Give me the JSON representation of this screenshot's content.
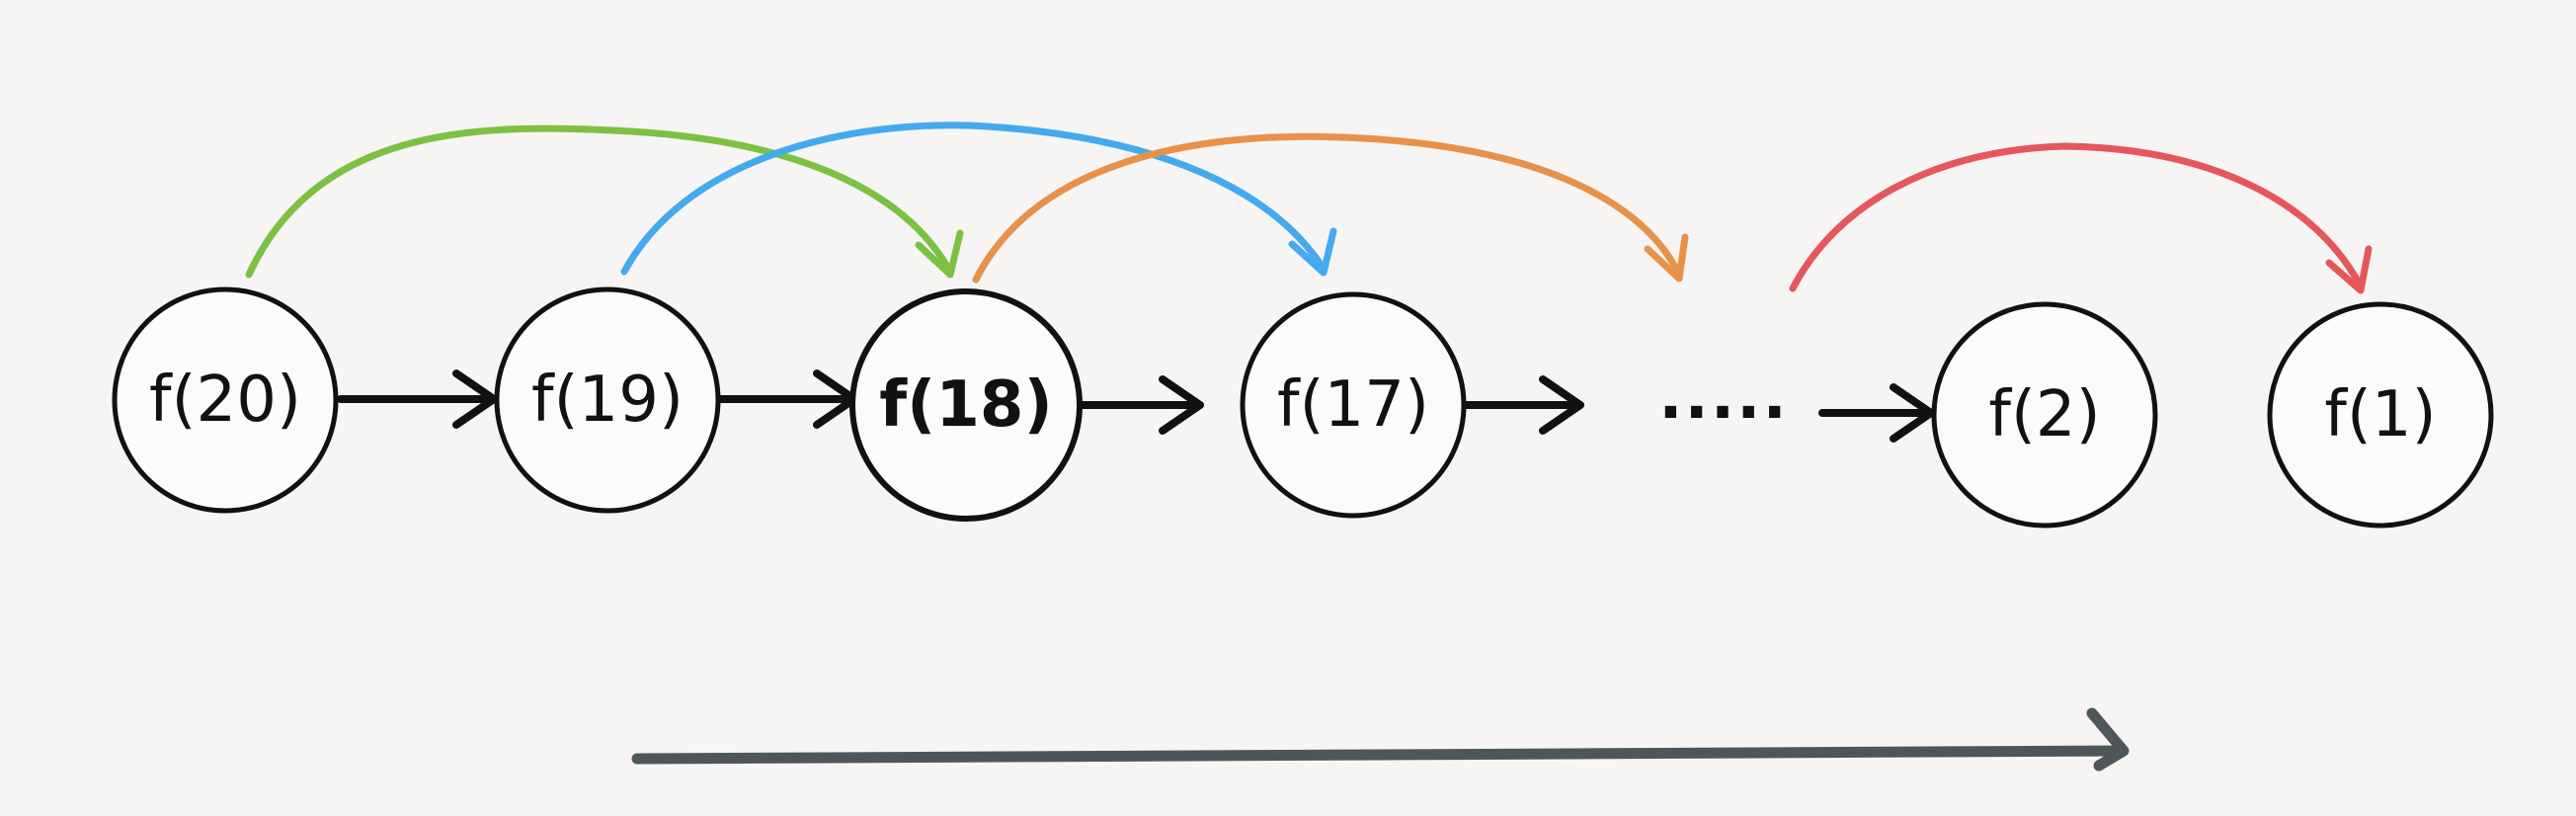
{
  "nodes": [
    {
      "id": "n20",
      "label": "f(20)"
    },
    {
      "id": "n19",
      "label": "f(19)"
    },
    {
      "id": "n18",
      "label": "f(18)"
    },
    {
      "id": "n17",
      "label": "f(17)"
    },
    {
      "id": "n2",
      "label": "f(2)"
    },
    {
      "id": "n1",
      "label": "f(1)"
    }
  ],
  "ellipsis": ".....",
  "colors": {
    "stroke": "#111111",
    "arc_green": "#7cc143",
    "arc_blue": "#45a9ee",
    "arc_orange": "#e8914a",
    "arc_red": "#e5575a",
    "direction_arrow": "#4f5659"
  }
}
